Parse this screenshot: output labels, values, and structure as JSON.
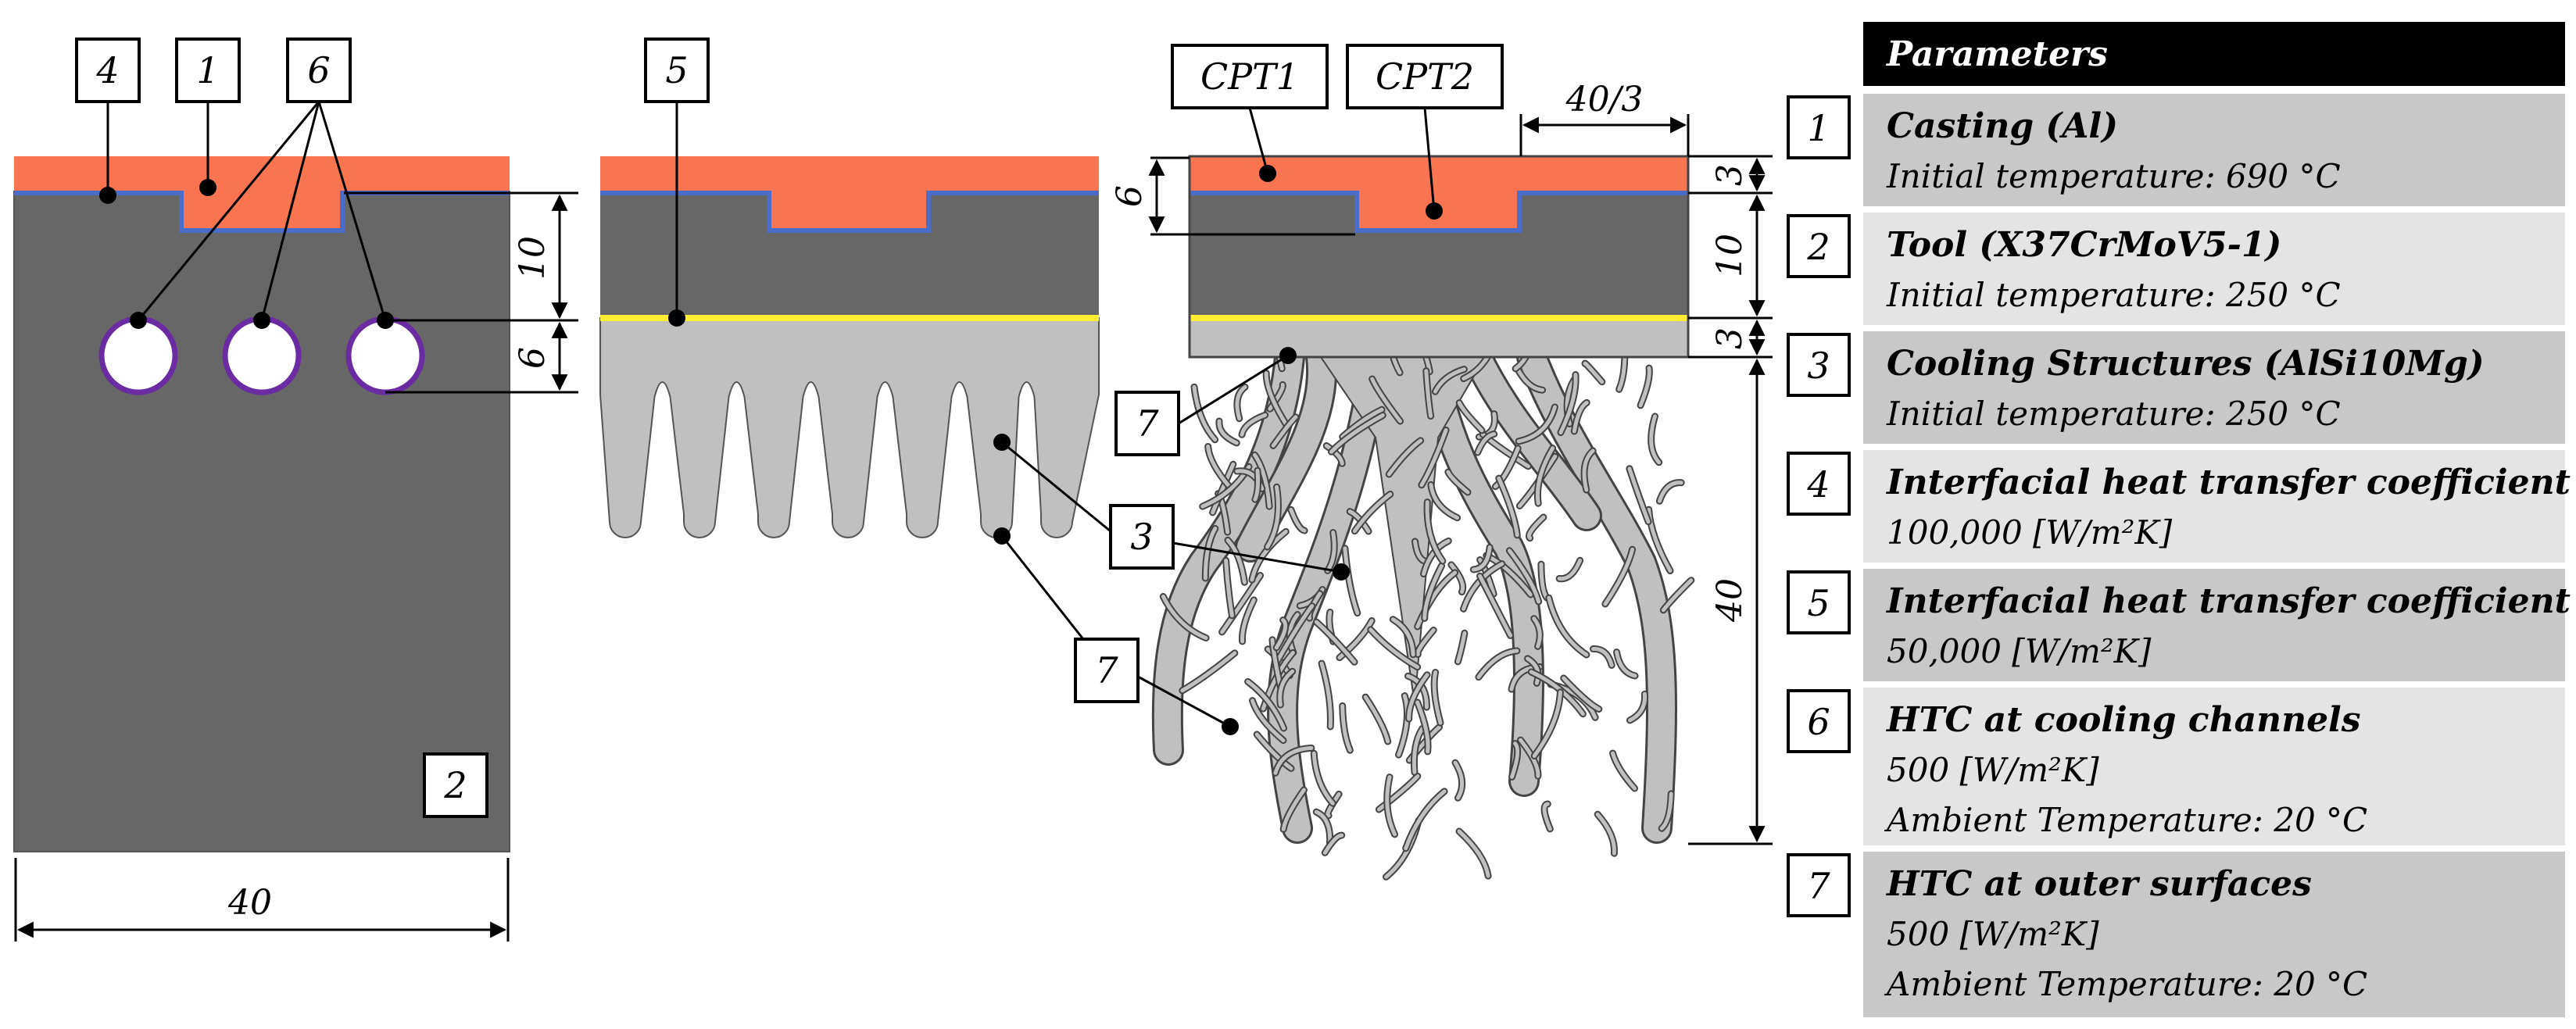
{
  "callouts": {
    "n1": "1",
    "n2": "2",
    "n3": "3",
    "n4": "4",
    "n5": "5",
    "n6": "6",
    "n7": "7",
    "cpt1": "CPT1",
    "cpt2": "CPT2"
  },
  "dimensions": {
    "width_40": "40",
    "depth_10": "10",
    "gap_6": "6",
    "fraction_40_3": "40/3",
    "top_6": "6",
    "layer_3_top": "3",
    "layer_10": "10",
    "layer_3_bottom": "3",
    "height_40": "40"
  },
  "parameters": {
    "header": "Parameters",
    "rows": [
      {
        "num": "1",
        "title": "Casting (Al)",
        "lines": [
          "Initial temperature: 690 °C"
        ]
      },
      {
        "num": "2",
        "title": "Tool (X37CrMoV5-1)",
        "lines": [
          "Initial temperature: 250 °C"
        ]
      },
      {
        "num": "3",
        "title": "Cooling Structures (AlSi10Mg)",
        "lines": [
          "Initial temperature: 250 °C"
        ]
      },
      {
        "num": "4",
        "title": "Interfacial heat transfer coefficient I",
        "lines": [
          "100,000 [W/m²K]"
        ]
      },
      {
        "num": "5",
        "title": "Interfacial heat transfer coefficient II",
        "lines": [
          "50,000 [W/m²K]"
        ]
      },
      {
        "num": "6",
        "title": "HTC at cooling channels",
        "lines": [
          "500 [W/m²K]",
          "Ambient Temperature: 20 °C"
        ]
      },
      {
        "num": "7",
        "title": "HTC at outer surfaces",
        "lines": [
          "500 [W/m²K]",
          "Ambient Temperature: 20 °C"
        ]
      }
    ]
  },
  "colors": {
    "casting": "#f97451",
    "tool": "#676767",
    "cooling_structure": "#c0c0c0",
    "interface_line": "#4b6cc7",
    "interface_line_2": "#ffee33",
    "channel_border": "#6a2ca0",
    "header_bg": "#000000",
    "row_dark": "#c8c8c8",
    "row_light": "#e4e4e4"
  }
}
